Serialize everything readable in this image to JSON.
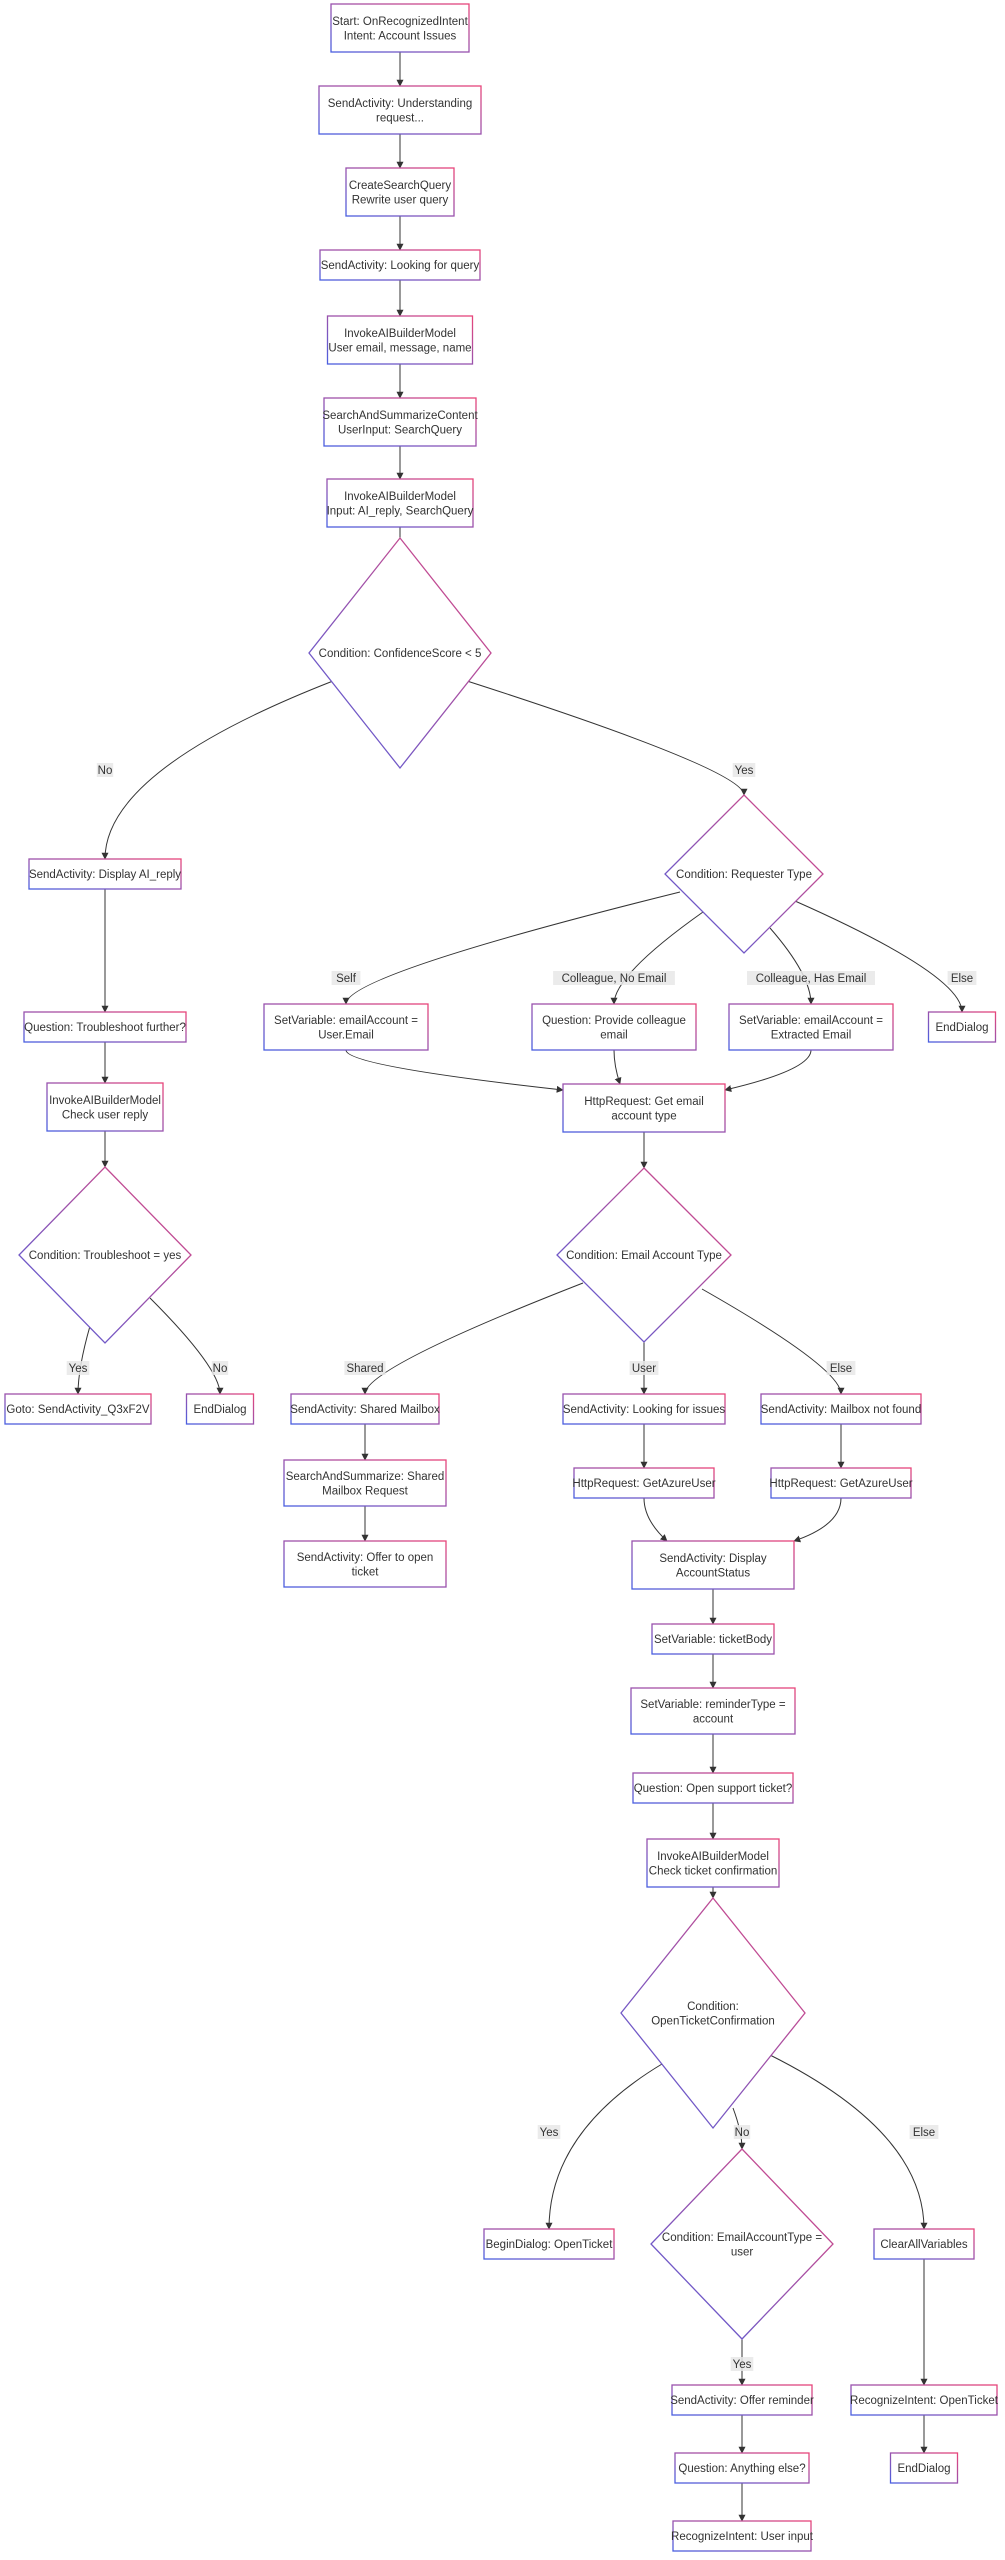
{
  "diagram": {
    "type": "flowchart",
    "colors": {
      "border_a": "#e8457a",
      "border_b": "#4a5fe0",
      "edge": "#333333",
      "text": "#333333",
      "label_bg": "#e8e8e8"
    },
    "nodes": [
      {
        "id": "start",
        "shape": "rect",
        "lines": [
          "Start: OnRecognizedIntent",
          "Intent: Account Issues"
        ]
      },
      {
        "id": "send_understanding",
        "shape": "rect",
        "lines": [
          "SendActivity: Understanding",
          "request..."
        ]
      },
      {
        "id": "create_search",
        "shape": "rect",
        "lines": [
          "CreateSearchQuery",
          "Rewrite user query"
        ]
      },
      {
        "id": "send_looking_query",
        "shape": "rect",
        "lines": [
          "SendActivity: Looking for query"
        ]
      },
      {
        "id": "invoke_model_1",
        "shape": "rect",
        "lines": [
          "InvokeAIBuilderModel",
          "User email, message, name"
        ]
      },
      {
        "id": "search_summarize",
        "shape": "rect",
        "lines": [
          "SearchAndSummarizeContent",
          "UserInput: SearchQuery"
        ]
      },
      {
        "id": "invoke_model_2",
        "shape": "rect",
        "lines": [
          "InvokeAIBuilderModel",
          "Input: AI_reply, SearchQuery"
        ]
      },
      {
        "id": "cond_confidence",
        "shape": "diamond",
        "lines": [
          "Condition: ConfidenceScore < 5"
        ]
      },
      {
        "id": "send_ai_reply",
        "shape": "rect",
        "lines": [
          "SendActivity: Display AI_reply"
        ]
      },
      {
        "id": "q_troubleshoot",
        "shape": "rect",
        "lines": [
          "Question: Troubleshoot further?"
        ]
      },
      {
        "id": "invoke_check_reply",
        "shape": "rect",
        "lines": [
          "InvokeAIBuilderModel",
          "Check user reply"
        ]
      },
      {
        "id": "cond_troubleshoot",
        "shape": "diamond",
        "lines": [
          "Condition: Troubleshoot = yes"
        ]
      },
      {
        "id": "goto_send",
        "shape": "rect",
        "lines": [
          "Goto: SendActivity_Q3xF2V"
        ]
      },
      {
        "id": "end_dialog_1",
        "shape": "rect",
        "lines": [
          "EndDialog"
        ]
      },
      {
        "id": "cond_requester",
        "shape": "diamond",
        "lines": [
          "Condition: Requester Type"
        ]
      },
      {
        "id": "setvar_user_email",
        "shape": "rect",
        "lines": [
          "SetVariable: emailAccount =",
          "User.Email"
        ]
      },
      {
        "id": "q_colleague_email",
        "shape": "rect",
        "lines": [
          "Question: Provide colleague",
          "email"
        ]
      },
      {
        "id": "setvar_extracted",
        "shape": "rect",
        "lines": [
          "SetVariable: emailAccount =",
          "Extracted Email"
        ]
      },
      {
        "id": "end_dialog_2",
        "shape": "rect",
        "lines": [
          "EndDialog"
        ]
      },
      {
        "id": "http_email_type",
        "shape": "rect",
        "lines": [
          "HttpRequest: Get email",
          "account type"
        ]
      },
      {
        "id": "cond_email_type",
        "shape": "diamond",
        "lines": [
          "Condition: Email Account Type"
        ]
      },
      {
        "id": "send_shared",
        "shape": "rect",
        "lines": [
          "SendActivity: Shared Mailbox"
        ]
      },
      {
        "id": "search_shared",
        "shape": "rect",
        "lines": [
          "SearchAndSummarize: Shared",
          "Mailbox Request"
        ]
      },
      {
        "id": "send_offer_ticket",
        "shape": "rect",
        "lines": [
          "SendActivity: Offer to open",
          "ticket"
        ]
      },
      {
        "id": "send_looking_issues",
        "shape": "rect",
        "lines": [
          "SendActivity: Looking for issues"
        ]
      },
      {
        "id": "http_azure_1",
        "shape": "rect",
        "lines": [
          "HttpRequest: GetAzureUser"
        ]
      },
      {
        "id": "send_mailbox_nf",
        "shape": "rect",
        "lines": [
          "SendActivity: Mailbox not found"
        ]
      },
      {
        "id": "http_azure_2",
        "shape": "rect",
        "lines": [
          "HttpRequest: GetAzureUser"
        ]
      },
      {
        "id": "send_account_status",
        "shape": "rect",
        "lines": [
          "SendActivity: Display",
          "AccountStatus"
        ]
      },
      {
        "id": "setvar_ticket_body",
        "shape": "rect",
        "lines": [
          "SetVariable: ticketBody"
        ]
      },
      {
        "id": "setvar_reminder",
        "shape": "rect",
        "lines": [
          "SetVariable: reminderType =",
          "account"
        ]
      },
      {
        "id": "q_open_ticket",
        "shape": "rect",
        "lines": [
          "Question: Open support ticket?"
        ]
      },
      {
        "id": "invoke_ticket_conf",
        "shape": "rect",
        "lines": [
          "InvokeAIBuilderModel",
          "Check ticket confirmation"
        ]
      },
      {
        "id": "cond_open_ticket",
        "shape": "diamond",
        "lines": [
          "Condition:",
          "OpenTicketConfirmation"
        ]
      },
      {
        "id": "begin_open_ticket",
        "shape": "rect",
        "lines": [
          "BeginDialog: OpenTicket"
        ]
      },
      {
        "id": "cond_email_user",
        "shape": "diamond",
        "lines": [
          "Condition: EmailAccountType =",
          "user"
        ]
      },
      {
        "id": "clear_vars",
        "shape": "rect",
        "lines": [
          "ClearAllVariables"
        ]
      },
      {
        "id": "send_offer_reminder",
        "shape": "rect",
        "lines": [
          "SendActivity: Offer reminder"
        ]
      },
      {
        "id": "recognize_open_ticket",
        "shape": "rect",
        "lines": [
          "RecognizeIntent: OpenTicket"
        ]
      },
      {
        "id": "q_anything_else",
        "shape": "rect",
        "lines": [
          "Question: Anything else?"
        ]
      },
      {
        "id": "end_dialog_3",
        "shape": "rect",
        "lines": [
          "EndDialog"
        ]
      },
      {
        "id": "recognize_user_input",
        "shape": "rect",
        "lines": [
          "RecognizeIntent: User input"
        ]
      }
    ],
    "edges": [
      {
        "from": "start",
        "to": "send_understanding",
        "label": ""
      },
      {
        "from": "send_understanding",
        "to": "create_search",
        "label": ""
      },
      {
        "from": "create_search",
        "to": "send_looking_query",
        "label": ""
      },
      {
        "from": "send_looking_query",
        "to": "invoke_model_1",
        "label": ""
      },
      {
        "from": "invoke_model_1",
        "to": "search_summarize",
        "label": ""
      },
      {
        "from": "search_summarize",
        "to": "invoke_model_2",
        "label": ""
      },
      {
        "from": "invoke_model_2",
        "to": "cond_confidence",
        "label": ""
      },
      {
        "from": "cond_confidence",
        "to": "send_ai_reply",
        "label": "No"
      },
      {
        "from": "cond_confidence",
        "to": "cond_requester",
        "label": "Yes"
      },
      {
        "from": "send_ai_reply",
        "to": "q_troubleshoot",
        "label": ""
      },
      {
        "from": "q_troubleshoot",
        "to": "invoke_check_reply",
        "label": ""
      },
      {
        "from": "invoke_check_reply",
        "to": "cond_troubleshoot",
        "label": ""
      },
      {
        "from": "cond_troubleshoot",
        "to": "goto_send",
        "label": "Yes"
      },
      {
        "from": "cond_troubleshoot",
        "to": "end_dialog_1",
        "label": "No"
      },
      {
        "from": "cond_requester",
        "to": "setvar_user_email",
        "label": "Self"
      },
      {
        "from": "cond_requester",
        "to": "q_colleague_email",
        "label": "Colleague, No Email"
      },
      {
        "from": "cond_requester",
        "to": "setvar_extracted",
        "label": "Colleague, Has Email"
      },
      {
        "from": "cond_requester",
        "to": "end_dialog_2",
        "label": "Else"
      },
      {
        "from": "setvar_user_email",
        "to": "http_email_type",
        "label": ""
      },
      {
        "from": "q_colleague_email",
        "to": "http_email_type",
        "label": ""
      },
      {
        "from": "setvar_extracted",
        "to": "http_email_type",
        "label": ""
      },
      {
        "from": "http_email_type",
        "to": "cond_email_type",
        "label": ""
      },
      {
        "from": "cond_email_type",
        "to": "send_shared",
        "label": "Shared"
      },
      {
        "from": "cond_email_type",
        "to": "send_looking_issues",
        "label": "User"
      },
      {
        "from": "cond_email_type",
        "to": "send_mailbox_nf",
        "label": "Else"
      },
      {
        "from": "send_shared",
        "to": "search_shared",
        "label": ""
      },
      {
        "from": "search_shared",
        "to": "send_offer_ticket",
        "label": ""
      },
      {
        "from": "send_looking_issues",
        "to": "http_azure_1",
        "label": ""
      },
      {
        "from": "send_mailbox_nf",
        "to": "http_azure_2",
        "label": ""
      },
      {
        "from": "http_azure_1",
        "to": "send_account_status",
        "label": ""
      },
      {
        "from": "http_azure_2",
        "to": "send_account_status",
        "label": ""
      },
      {
        "from": "send_account_status",
        "to": "setvar_ticket_body",
        "label": ""
      },
      {
        "from": "setvar_ticket_body",
        "to": "setvar_reminder",
        "label": ""
      },
      {
        "from": "setvar_reminder",
        "to": "q_open_ticket",
        "label": ""
      },
      {
        "from": "q_open_ticket",
        "to": "invoke_ticket_conf",
        "label": ""
      },
      {
        "from": "invoke_ticket_conf",
        "to": "cond_open_ticket",
        "label": ""
      },
      {
        "from": "cond_open_ticket",
        "to": "begin_open_ticket",
        "label": "Yes"
      },
      {
        "from": "cond_open_ticket",
        "to": "cond_email_user",
        "label": "No"
      },
      {
        "from": "cond_open_ticket",
        "to": "clear_vars",
        "label": "Else"
      },
      {
        "from": "cond_email_user",
        "to": "send_offer_reminder",
        "label": "Yes"
      },
      {
        "from": "clear_vars",
        "to": "recognize_open_ticket",
        "label": ""
      },
      {
        "from": "recognize_open_ticket",
        "to": "end_dialog_3",
        "label": ""
      },
      {
        "from": "send_offer_reminder",
        "to": "q_anything_else",
        "label": ""
      },
      {
        "from": "q_anything_else",
        "to": "recognize_user_input",
        "label": ""
      }
    ]
  }
}
